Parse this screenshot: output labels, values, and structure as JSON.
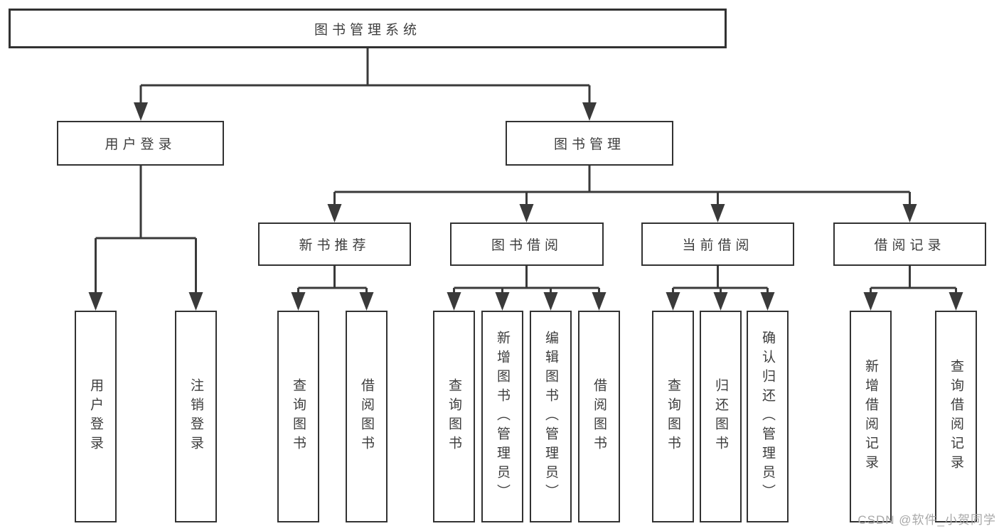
{
  "tree": {
    "label": "图书管理系统",
    "children": [
      {
        "label": "用户登录",
        "children": [
          {
            "label": "用户登录"
          },
          {
            "label": "注销登录"
          }
        ]
      },
      {
        "label": "图书管理",
        "children": [
          {
            "label": "新书推荐",
            "children": [
              {
                "label": "查询图书"
              },
              {
                "label": "借阅图书"
              }
            ]
          },
          {
            "label": "图书借阅",
            "children": [
              {
                "label": "查询图书"
              },
              {
                "label": "新增图书（管理员）"
              },
              {
                "label": "编辑图书（管理员）"
              },
              {
                "label": "借阅图书"
              }
            ]
          },
          {
            "label": "当前借阅",
            "children": [
              {
                "label": "查询图书"
              },
              {
                "label": "归还图书"
              },
              {
                "label": "确认归还（管理员）"
              }
            ]
          },
          {
            "label": "借阅记录",
            "children": [
              {
                "label": "新增借阅记录"
              },
              {
                "label": "查询借阅记录"
              }
            ]
          }
        ]
      }
    ]
  },
  "watermark": {
    "text": "CSDN @软件_小贺同学"
  },
  "colors": {
    "line": "#3a3a3a",
    "border": "#323232",
    "text": "#3d3d3d",
    "watermark": "#a8a8a8",
    "background": "#ffffff"
  }
}
